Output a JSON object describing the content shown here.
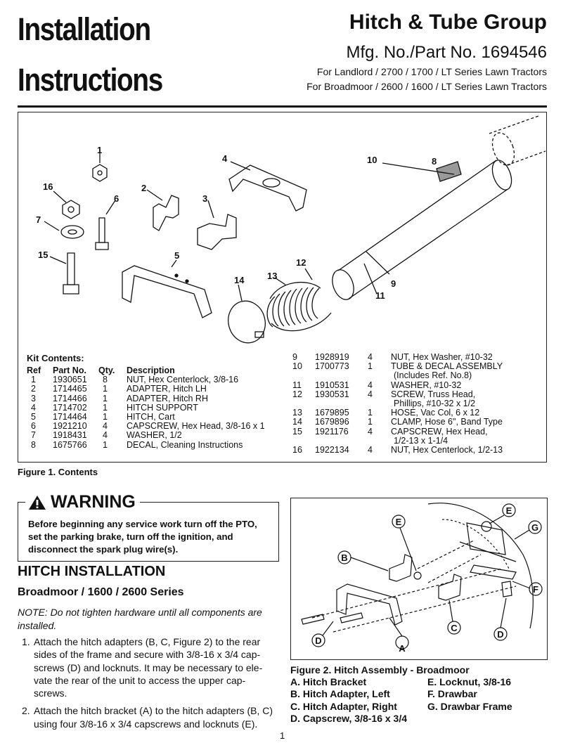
{
  "header": {
    "title_line1": "Installation",
    "title_line2": "Instructions",
    "group": "Hitch & Tube Group",
    "mfg": "Mfg. No./Part No. 1694546",
    "for_line1": "For Landlord / 2700 / 1700 / LT Series Lawn Tractors",
    "for_line2": "For Broadmoor / 2600 / 1600 / LT Series Lawn Tractors"
  },
  "figure1": {
    "callouts": [
      "1",
      "2",
      "3",
      "4",
      "5",
      "6",
      "7",
      "8",
      "9",
      "10",
      "11",
      "12",
      "13",
      "14",
      "15",
      "16"
    ],
    "kit_title": "Kit Contents:",
    "columns": [
      "Ref",
      "Part No.",
      "Qty.",
      "Description"
    ],
    "rows_left": [
      [
        "1",
        "1930651",
        "8",
        "NUT, Hex Centerlock, 3/8-16"
      ],
      [
        "2",
        "1714465",
        "1",
        "ADAPTER, Hitch LH"
      ],
      [
        "3",
        "1714466",
        "1",
        "ADAPTER, Hitch RH"
      ],
      [
        "4",
        "1714702",
        "1",
        "HITCH SUPPORT"
      ],
      [
        "5",
        "1714464",
        "1",
        "HITCH, Cart"
      ],
      [
        "6",
        "1921210",
        "4",
        "CAPSCREW, Hex Head, 3/8-16 x 1"
      ],
      [
        "7",
        "1918431",
        "4",
        "WASHER, 1/2"
      ],
      [
        "8",
        "1675766",
        "1",
        "DECAL, Cleaning Instructions"
      ]
    ],
    "rows_right": [
      [
        "9",
        "1928919",
        "4",
        "NUT, Hex Washer, #10-32",
        ""
      ],
      [
        "10",
        "1700773",
        "1",
        "TUBE & DECAL ASSEMBLY",
        "(Includes Ref. No.8)"
      ],
      [
        "11",
        "1910531",
        "4",
        "WASHER, #10-32",
        ""
      ],
      [
        "12",
        "1930531",
        "4",
        "SCREW, Truss Head,",
        "Phillips, #10-32 x 1/2"
      ],
      [
        "13",
        "1679895",
        "1",
        "HOSE, Vac Col, 6 x 12",
        ""
      ],
      [
        "14",
        "1679896",
        "1",
        "CLAMP, Hose 6\", Band Type",
        ""
      ],
      [
        "15",
        "1921176",
        "4",
        "CAPSCREW, Hex Head,",
        "1/2-13 x 1-1/4"
      ],
      [
        "16",
        "1922134",
        "4",
        "NUT, Hex Centerlock, 1/2-13",
        ""
      ]
    ],
    "caption": "Figure 1.  Contents"
  },
  "warning": {
    "title": "WARNING",
    "text": "Before beginning any service work turn off the PTO, set the parking brake, turn off the ignition, and disconnect the spark plug wire(s)."
  },
  "section": {
    "heading": "HITCH INSTALLATION",
    "subheading": "Broadmoor / 1600 / 2600 Series",
    "note": "NOTE: Do not tighten hardware until all components are installed.",
    "steps": [
      {
        "num": "1.",
        "text": "Attach the hitch adapters (B, C, Figure 2) to the rear sides of the frame and secure with 3/8-16 x 3/4 cap-screws (D) and locknuts.  It may be necessary to ele-vate the rear of the unit to access the upper cap-screws."
      },
      {
        "num": "2.",
        "text": "Attach the hitch bracket (A) to the hitch adapters (B, C) using four 3/8-16 x 3/4 capscrews and locknuts (E)."
      }
    ]
  },
  "figure2": {
    "callouts": [
      "A",
      "B",
      "C",
      "D",
      "D",
      "E",
      "E",
      "F",
      "G"
    ],
    "caption": "Figure 2.  Hitch Assembly - Broadmoor",
    "legend_left": [
      "A.  Hitch Bracket",
      "B.  Hitch Adapter, Left",
      "C.  Hitch Adapter, Right",
      "D.  Capscrew, 3/8-16 x 3/4"
    ],
    "legend_right": [
      "E.  Locknut, 3/8-16",
      "F.  Drawbar",
      "G.  Drawbar Frame"
    ]
  },
  "page_number": "1"
}
